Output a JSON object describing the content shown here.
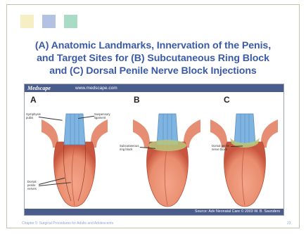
{
  "title_lines": [
    "(A) Anatomic Landmarks, Innervation of the Penis,",
    "and Target Sites for (B) Subcutaneous Ring Block",
    "and (C) Dorsal Penile Nerve Block Injections"
  ],
  "figure": {
    "brand": "Medscape",
    "url": "www.medscape.com",
    "panels": [
      "A",
      "B",
      "C"
    ],
    "labels": {
      "symphysis_pubis": "Symphysis\npubis",
      "suspensory_ligament": "Suspensory\nligament",
      "dorsal_penile_nerves": "Dorsal\npenile\nnerves",
      "subcutaneous_ring_block": "Subcutaneous\nring block",
      "dorsal_penile_nerve_block": "Dorsal penile\nnerve block"
    },
    "source": "Source: Adv Neonatal Care © 2003 W. B. Saunders"
  },
  "footer": {
    "chapter": "Chapter 5: Surgical Procedures for Adults and Adolescents",
    "page": "23"
  },
  "colors": {
    "title": "#3a5aa8",
    "skin": "#e98d6e",
    "skin_dark": "#c8553e",
    "blue_structure": "#7fb4e0",
    "injection_green": "#b9c77a",
    "header_bar": "#4a5c8c"
  }
}
